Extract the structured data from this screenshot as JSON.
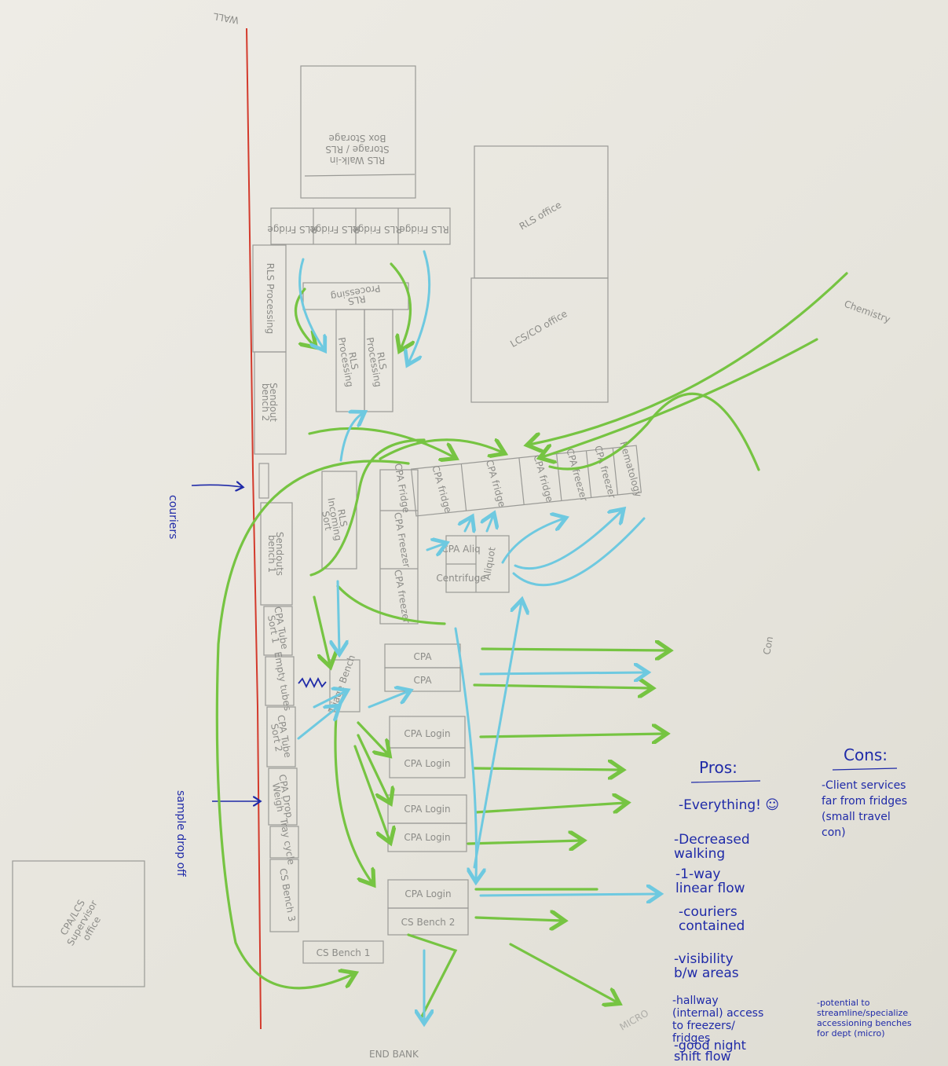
{
  "walls": {
    "top": "WALL"
  },
  "labels": {
    "couriers": "couriers",
    "sample_drop_off": "sample drop off",
    "chemistry": "Chemistry",
    "end_bank": "END BANK",
    "micro": "MICRO",
    "con": "Con"
  },
  "rooms": {
    "rls_top": "RLS Walk-in Storage / RLS Box Storage",
    "rls_office": "RLS office",
    "lcs_office": "LCS/CO office",
    "cpa_office": "CPA/LCS Supervisor office"
  },
  "rls_fridges": [
    "RLS Fridge",
    "RLS Fridge",
    "RLS Fridge",
    "RLS Fridge"
  ],
  "stations": {
    "rls_processing_wall": "RLS Processing",
    "sendout_2": "Sendout bench 2",
    "rls_process_top": "RLS Processing",
    "rls_processing_a": "RLS Processing",
    "rls_processing_b": "RLS Processing",
    "sendouts_1": "Sendouts bench 1",
    "rls_incoming": "RLS Incoming Sort",
    "cpa_tube_sort_1": "CPA Tube Sort 1",
    "empty_tubes": "Empty tubes",
    "cpa_tube_sort_2": "CPA Tube Sort 2",
    "cpa_drop_weigh": "CPA Drop Weigh",
    "tray_cycle": "Tray cycle",
    "cs_bench_3": "CS Bench 3",
    "cs_bench_1": "CS Bench 1",
    "cs_bench_2": "CS Bench 2",
    "triage": "Triage Bench",
    "cpa_fridge_row": [
      "CPA fridge",
      "CPA fridge",
      "CPA fridge",
      "CPA freezer",
      "CPA freezer",
      "Hematology"
    ],
    "cpa_left_col": [
      "CPA Fridge",
      "CPA Freezer",
      "CPA freezer"
    ],
    "aliquot": "Aliquot",
    "center_small": [
      "CPA Aliq",
      "Centrifuge"
    ],
    "cpa_logins": [
      "CPA",
      "CPA",
      "CPA Login",
      "CPA Login",
      "CPA Login",
      "CPA Login",
      "CPA Login"
    ]
  },
  "pros": {
    "title": "Pros:",
    "items": [
      "-Everything! ☺",
      "-Decreased walking",
      "-1-way linear flow",
      "-couriers contained",
      "-visibility b/w areas",
      "-hallway (internal) access to freezers/ fridges",
      "-good night shift flow"
    ]
  },
  "cons": {
    "title": "Cons:",
    "items": [
      "-Client services far from fridges (small travel con)",
      "-potential to streamline/specialize accessioning benches for dept (micro)"
    ]
  },
  "colors": {
    "wall": "#d33a2c",
    "green": "#76c442",
    "blue": "#6ec9e0",
    "ink": "#1f2aa8",
    "pencil": "#8c8c88"
  }
}
